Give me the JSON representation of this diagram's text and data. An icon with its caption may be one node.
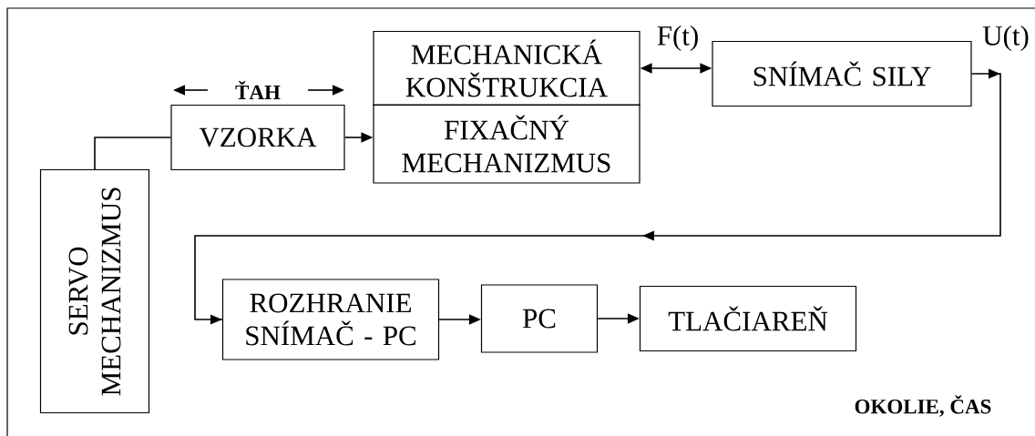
{
  "diagram": {
    "nodes": [
      {
        "text": [
          "SERVO MECHANIZMUS"
        ]
      },
      {
        "text": [
          "VZORKA"
        ]
      },
      {
        "text": [
          "MECHANICKÁ KONŠTRUKCIA"
        ]
      },
      {
        "text": [
          "FIXAČNÝ MECHANIZMUS"
        ]
      },
      {
        "text": [
          "SNÍMAČ SILY"
        ]
      },
      {
        "text": [
          "ROZHRANIE SNÍMAČ - PC"
        ]
      },
      {
        "text": [
          "PC"
        ]
      },
      {
        "text": [
          "TLAČIAREŇ"
        ]
      }
    ],
    "edges": [
      {
        "from": 0,
        "to": 1,
        "arrow": "none"
      },
      {
        "from": 1,
        "to": 3,
        "arrow": "to"
      },
      {
        "from": 2,
        "to": 4,
        "arrow": "both",
        "label": "F(t)"
      },
      {
        "from": 4,
        "to": 5,
        "arrow": "to",
        "label": "U(t)"
      },
      {
        "from": 5,
        "to": 6,
        "arrow": "to"
      },
      {
        "from": 6,
        "to": 7,
        "arrow": "to"
      }
    ],
    "labels": [
      "ŤAH",
      "OKOLIE, ČAS"
    ]
  }
}
